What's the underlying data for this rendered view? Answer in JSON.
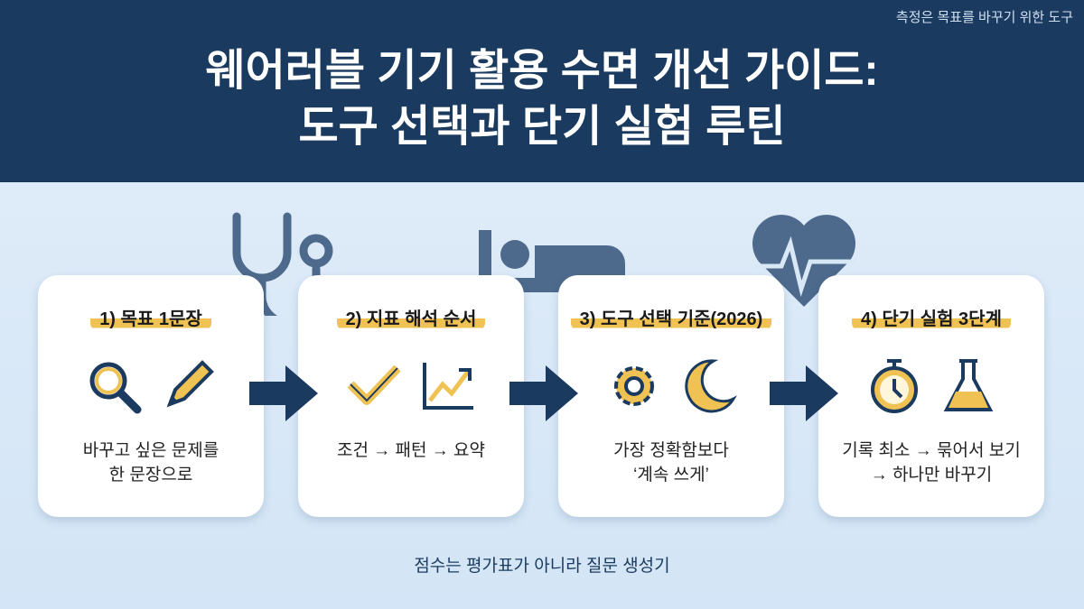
{
  "header": {
    "tagline": "측정은 목표를 바꾸기 위한 도구",
    "title_line1": "웨어러블 기기 활용 수면 개선 가이드:",
    "title_line2": "도구 선택과 단기 실험 루틴"
  },
  "cards": [
    {
      "title": "1) 목표 1문장",
      "desc1": "바꾸고 싶은 문제를",
      "desc2": "한 문장으로",
      "icons": [
        "magnifier-icon",
        "pencil-icon"
      ]
    },
    {
      "title": "2) 지표 해석 순서",
      "desc1": "조건 → 패턴 → 요약",
      "desc2": "",
      "icons": [
        "checkmark-icon",
        "trend-chart-icon"
      ]
    },
    {
      "title": "3) 도구 선택 기준(2026)",
      "desc1": "가장 정확함보다",
      "desc2": "‘계속 쓰게’",
      "icons": [
        "gear-icon",
        "moon-icon"
      ]
    },
    {
      "title": "4) 단기 실험 3단계",
      "desc1": "기록 최소 → 묶어서 보기",
      "desc2": "→ 하나만 바꾸기",
      "icons": [
        "stopwatch-icon",
        "flask-icon"
      ]
    }
  ],
  "footer": "점수는 평가표가 아니라 질문 생성기",
  "colors": {
    "navy": "#1b3a5f",
    "accent": "#efc253",
    "background": "#d8e8f7"
  }
}
